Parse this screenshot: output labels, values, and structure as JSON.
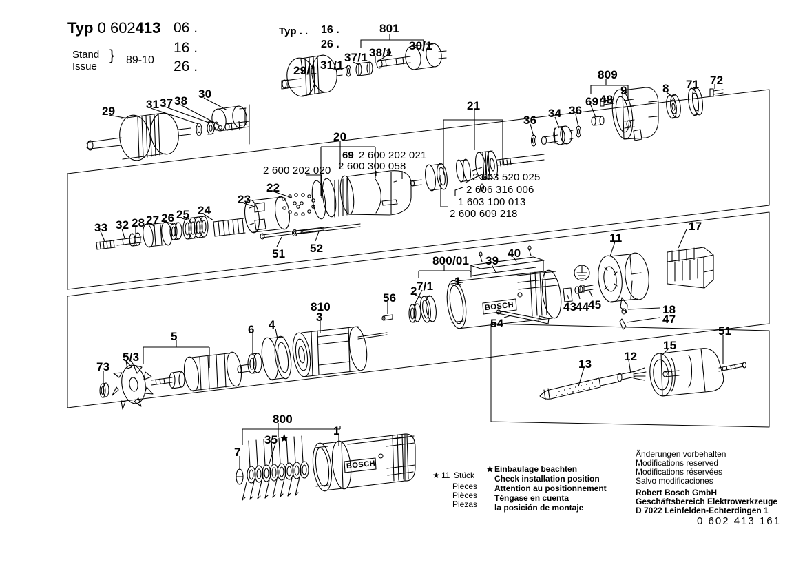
{
  "header": {
    "typ_label": "Typ",
    "typ_number_light": "0 602",
    "typ_number_bold": "413",
    "variants": [
      "06 .",
      "16 .",
      "26 ."
    ],
    "stand_label": "Stand",
    "issue_label": "Issue",
    "brace": "}",
    "date": "89-10",
    "typ_secondary_label": "Typ . .",
    "typ_secondary_variants": [
      "16 .",
      "26 ."
    ]
  },
  "callouts": {
    "top_variant_group": [
      "801",
      "38/1",
      "30/1",
      "37/1",
      "31/1",
      "29/1"
    ],
    "row1_left": [
      "29",
      "31",
      "37",
      "38",
      "30"
    ],
    "row1_center": [
      "20",
      "22",
      "21",
      "36",
      "34",
      "36"
    ],
    "row1_right": [
      "809",
      "69",
      "48",
      "9",
      "8",
      "71",
      "72"
    ],
    "row2_left": [
      "33",
      "32",
      "28",
      "27",
      "26",
      "25",
      "24",
      "23",
      "51",
      "52"
    ],
    "row3": [
      "800/01",
      "7/1",
      "1",
      "39",
      "40",
      "43",
      "44",
      "45",
      "54",
      "11",
      "18",
      "47",
      "17"
    ],
    "row4": [
      "73",
      "5/3",
      "5",
      "6",
      "4",
      "810",
      "3",
      "56",
      "2"
    ],
    "row5": [
      "13",
      "12",
      "15",
      "51"
    ],
    "bottom": [
      "800",
      "35",
      "7",
      "1"
    ]
  },
  "part_numbers": {
    "p1": "2 600 202 020",
    "p2_bold": "69",
    "p2": "2 600 202 021",
    "p3": "2 600 300 058",
    "p4": "2 603 520 025",
    "p5": "2 606 316 006",
    "p6": "1 603 100 013",
    "p7": "2 600 609 218"
  },
  "brand": {
    "logo": "BOSCH"
  },
  "legend": {
    "star": "★",
    "count_line": "11",
    "count_word": "Stück",
    "pieces": [
      "Pieces",
      "Pièces",
      "Piezas"
    ],
    "note_title": "Einbaulage beachten",
    "note_lines": [
      "Check installation position",
      "Attention au positionnement",
      "Téngase en cuenta",
      "la posición de montaje"
    ]
  },
  "footer": {
    "reserved": [
      "Änderungen vorbehalten",
      "Modifications reserved",
      "Modifications réservées",
      "Salvo modificaciones"
    ],
    "company": [
      "Robert Bosch GmbH",
      "Geschäftsbereich Elektrowerkzeuge",
      "D 7022 Leinfelden-Echterdingen 1"
    ],
    "doc_number": "0 602 413 161"
  }
}
